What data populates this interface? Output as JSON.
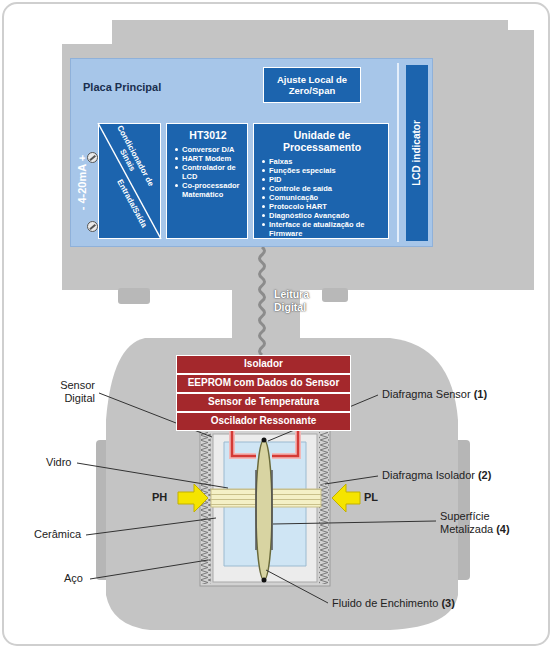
{
  "diagram": {
    "nodes": [
      {
        "text": [
          "Placa Principal"
        ]
      },
      {
        "text": [
          "Ajuste Local de Zero/Span"
        ],
        "in": 0
      },
      {
        "text": [
          "Condicionador de Sinais",
          "Entrada/Saída"
        ],
        "in": 0
      },
      {
        "text": [
          "HT3012",
          "Conversor D/A",
          "HART Modem",
          "Controlador de LCD",
          "Co-processador Matemático"
        ],
        "in": 0
      },
      {
        "text": [
          "Unidade de Processamento",
          "Faixas",
          "Funções especiais",
          "PID",
          "Controle de saída",
          "Comunicação",
          "Protocolo HART",
          "Diagnóstico Avançado",
          "Interface de atualização de Firmware"
        ],
        "in": 0
      },
      {
        "text": [
          "LCD indicator"
        ],
        "in": 0
      },
      {
        "text": [
          "Isolador"
        ]
      },
      {
        "text": [
          "EEPROM com Dados do Sensor"
        ]
      },
      {
        "text": [
          "Sensor de Temperatura"
        ]
      },
      {
        "text": [
          "Oscilador Ressonante"
        ]
      }
    ],
    "edges": [
      {
        "from": 1,
        "to": 4,
        "arrow": "none"
      },
      {
        "from": 4,
        "to": 5,
        "arrow": "none"
      },
      {
        "from": 0,
        "to": 6,
        "label": "Leitura Digital",
        "arrow": "none"
      }
    ],
    "labels": [
      "- 4-20mA +",
      "Sensor Digital",
      "Diafragma Sensor",
      "(1)",
      "Vidro",
      "Diafragma Isolador",
      "(2)",
      "PH",
      "PL",
      "Cerâmica",
      "Superfície Metalizada",
      "(4)",
      "Aço",
      "Fluido de Enchimento",
      "(3)"
    ]
  }
}
